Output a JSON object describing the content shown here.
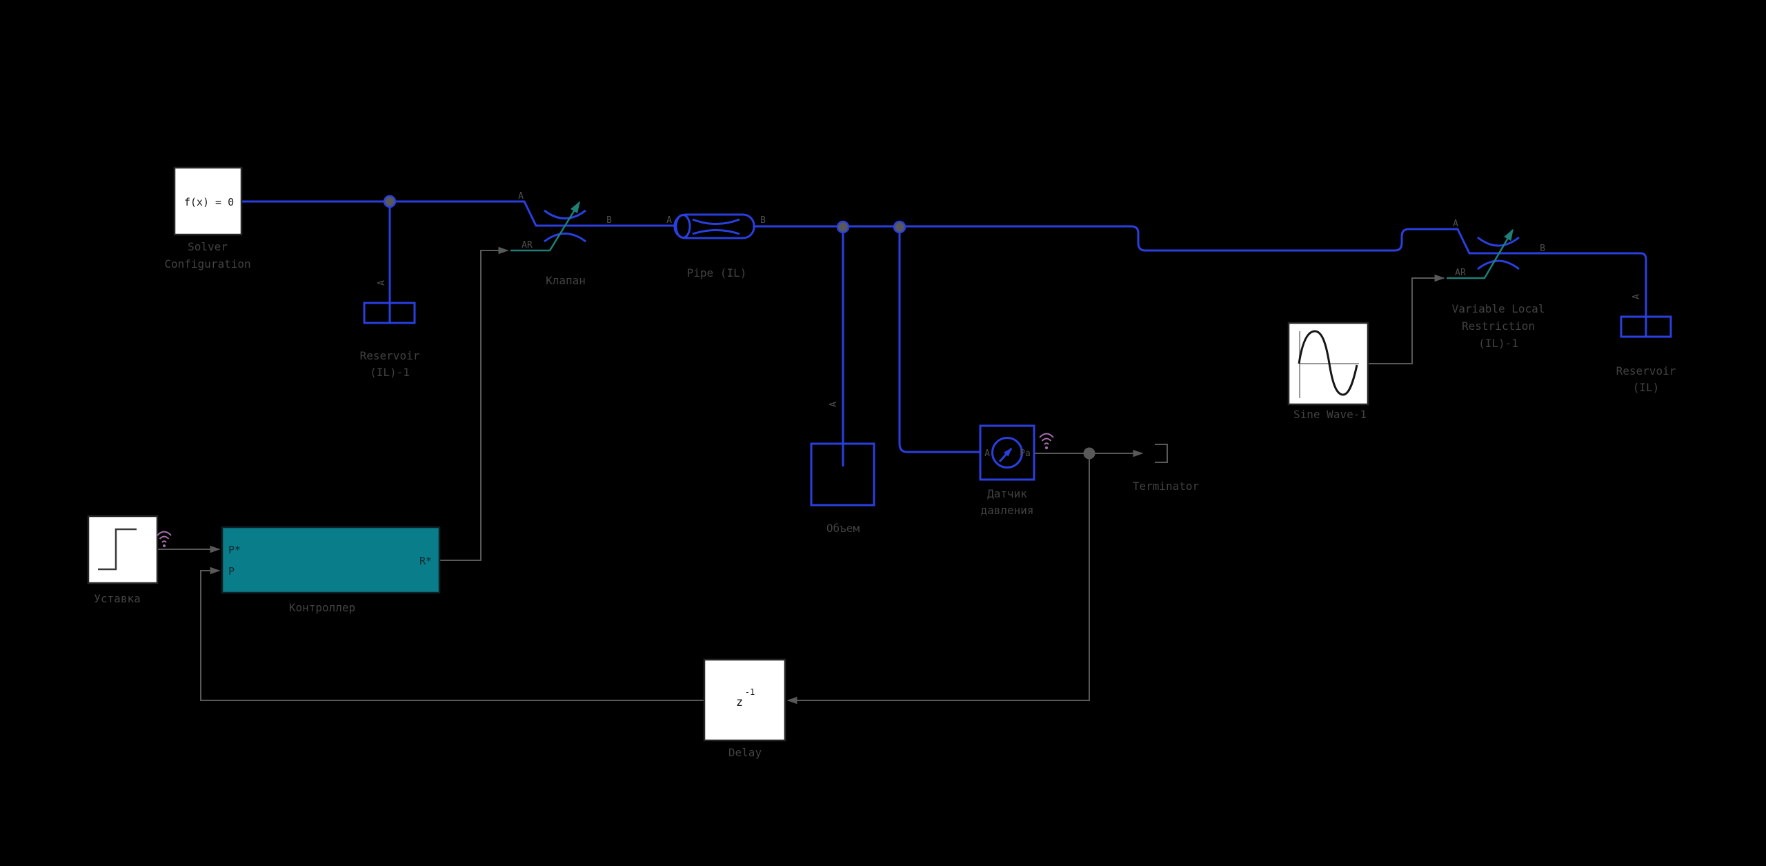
{
  "diagram": {
    "background": "#000000",
    "colors": {
      "connection_blue": "#2a3fe0",
      "signal_gray": "#595959",
      "control_teal": "#1e8076",
      "controller_fill": "#0a7d8b",
      "wireless_purple": "#a570ab",
      "block_fill_white": "#ffffff",
      "label_gray": "#424242"
    },
    "blocks": {
      "solver": {
        "icon_text": "f(x) = 0",
        "label1": "Solver",
        "label2": "Configuration"
      },
      "reservoir_il_1": {
        "label1": "Reservoir",
        "label2": "(IL)-1",
        "port_a": "A"
      },
      "valve": {
        "label": "Клапан",
        "port_a": "A",
        "port_b": "B",
        "port_ar": "AR"
      },
      "pipe": {
        "label": "Pipe (IL)",
        "port_a": "A",
        "port_b": "B"
      },
      "volume": {
        "label": "Объем",
        "port_a": "A"
      },
      "pressure_sensor": {
        "label1": "Датчик",
        "label2": "давления",
        "port_a": "A",
        "port_pa": "Pa"
      },
      "terminator": {
        "label": "Terminator"
      },
      "sine_wave": {
        "label": "Sine Wave-1"
      },
      "var_restriction": {
        "label1": "Variable Local",
        "label2": "Restriction",
        "label3": "(IL)-1",
        "port_a": "A",
        "port_b": "B",
        "port_ar": "AR"
      },
      "reservoir_il": {
        "label1": "Reservoir",
        "label2": "(IL)",
        "port_a": "A"
      },
      "setpoint": {
        "label": "Уставка"
      },
      "controller": {
        "label": "Контроллер",
        "port_p_star": "P*",
        "port_p": "P",
        "port_r_star": "R*"
      },
      "delay": {
        "label": "Delay",
        "icon_base": "z",
        "icon_sup": "-1"
      }
    }
  }
}
